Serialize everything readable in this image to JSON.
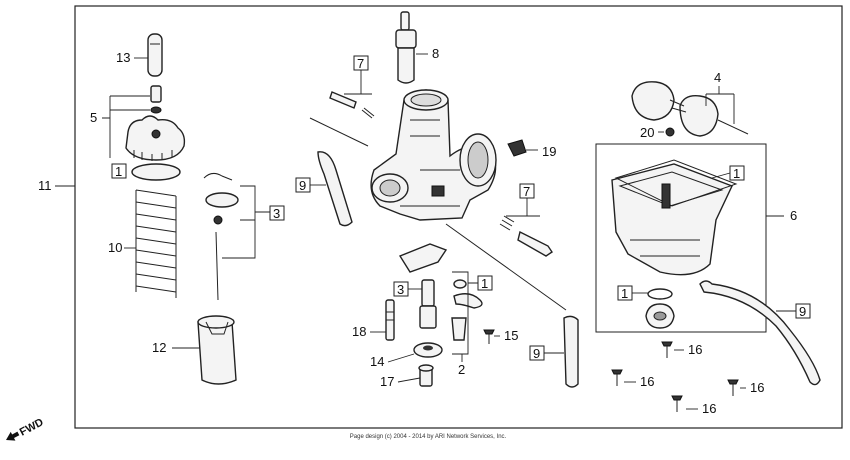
{
  "callouts": {
    "c1": "1",
    "c2": "2",
    "c3": "3",
    "c4": "4",
    "c5": "5",
    "c6": "6",
    "c7": "7",
    "c8": "8",
    "c9": "9",
    "c10": "10",
    "c11": "11",
    "c12": "12",
    "c13": "13",
    "c14": "14",
    "c15": "15",
    "c16": "16",
    "c17": "17",
    "c18": "18",
    "c19": "19",
    "c20": "20"
  },
  "footer": {
    "copyright": "Page design (c) 2004 - 2014 by ARI Network Services, Inc.",
    "fwd": "FWD"
  }
}
